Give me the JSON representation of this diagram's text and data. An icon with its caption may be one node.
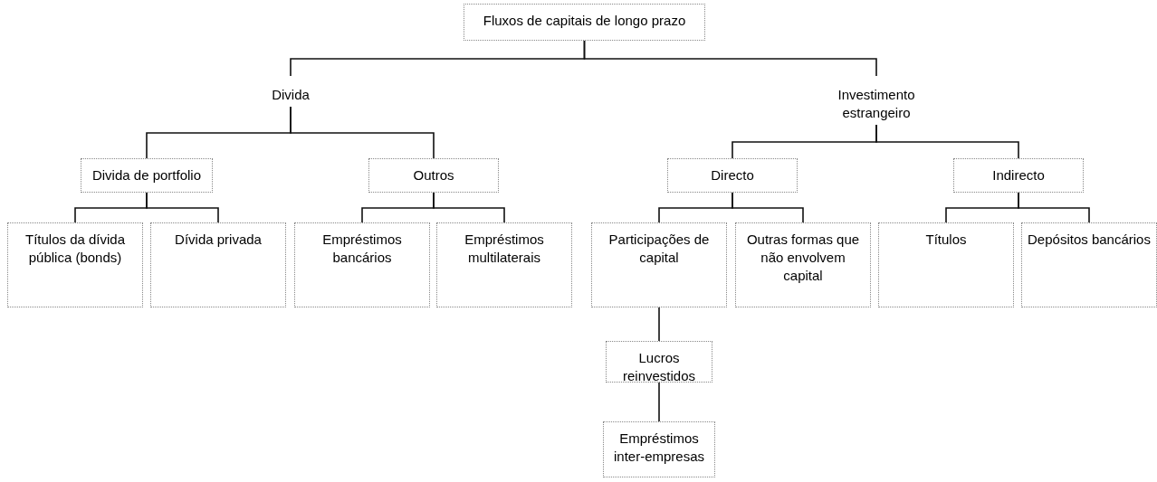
{
  "diagram": {
    "nodes": [
      {
        "text": [
          "Fluxos de capitais de longo prazo"
        ]
      },
      {
        "text": [
          "Divida"
        ]
      },
      {
        "text": [
          "Investimento estrangeiro"
        ]
      },
      {
        "text": [
          "Divida de portfolio"
        ]
      },
      {
        "text": [
          "Outros"
        ]
      },
      {
        "text": [
          "Directo"
        ]
      },
      {
        "text": [
          "Indirecto"
        ]
      },
      {
        "text": [
          "Títulos da dívida pública (bonds)"
        ]
      },
      {
        "text": [
          "Dívida privada"
        ]
      },
      {
        "text": [
          "Empréstimos bancários"
        ]
      },
      {
        "text": [
          "Empréstimos multilaterais"
        ]
      },
      {
        "text": [
          "Participações de capital"
        ]
      },
      {
        "text": [
          "Outras formas que não envolvem capital"
        ]
      },
      {
        "text": [
          "Títulos"
        ]
      },
      {
        "text": [
          "Depósitos bancários"
        ]
      },
      {
        "text": [
          "Lucros reinvestidos"
        ]
      },
      {
        "text": [
          "Empréstimos inter-empresas"
        ]
      }
    ],
    "edges": [
      {
        "from": 0,
        "to": 1,
        "arrow": "none"
      },
      {
        "from": 0,
        "to": 2,
        "arrow": "none"
      },
      {
        "from": 1,
        "to": 3,
        "arrow": "none"
      },
      {
        "from": 1,
        "to": 4,
        "arrow": "none"
      },
      {
        "from": 2,
        "to": 5,
        "arrow": "none"
      },
      {
        "from": 2,
        "to": 6,
        "arrow": "none"
      },
      {
        "from": 3,
        "to": 7,
        "arrow": "none"
      },
      {
        "from": 3,
        "to": 8,
        "arrow": "none"
      },
      {
        "from": 4,
        "to": 9,
        "arrow": "none"
      },
      {
        "from": 4,
        "to": 10,
        "arrow": "none"
      },
      {
        "from": 5,
        "to": 11,
        "arrow": "none"
      },
      {
        "from": 5,
        "to": 12,
        "arrow": "none"
      },
      {
        "from": 6,
        "to": 13,
        "arrow": "none"
      },
      {
        "from": 6,
        "to": 14,
        "arrow": "none"
      },
      {
        "from": 11,
        "to": 15,
        "arrow": "none"
      },
      {
        "from": 15,
        "to": 16,
        "arrow": "none"
      }
    ]
  }
}
